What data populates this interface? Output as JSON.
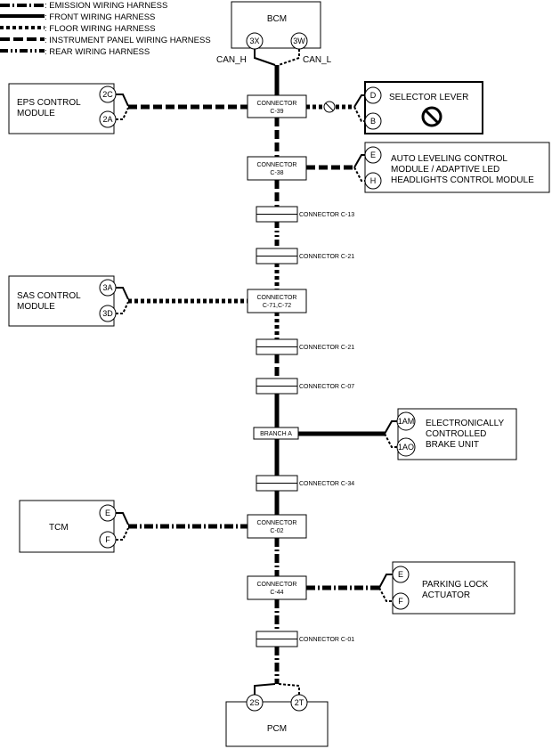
{
  "legend": [
    {
      "label": ": EMISSION WIRING HARNESS",
      "style": "emission"
    },
    {
      "label": ": FRONT WIRING HARNESS",
      "style": "front"
    },
    {
      "label": ": FLOOR WIRING HARNESS",
      "style": "floor"
    },
    {
      "label": ": INSTRUMENT PANEL WIRING HARNESS",
      "style": "instrument"
    },
    {
      "label": ": REAR WIRING HARNESS",
      "style": "rear"
    }
  ],
  "modules": {
    "bcm": "BCM",
    "pcm": "PCM",
    "eps": [
      "EPS CONTROL",
      "MODULE"
    ],
    "selector": "SELECTOR LEVER",
    "auto_leveling": [
      "AUTO LEVELING CONTROL",
      "MODULE / ADAPTIVE LED",
      "HEADLIGHTS CONTROL MODULE"
    ],
    "sas": [
      "SAS CONTROL",
      "MODULE"
    ],
    "brake": [
      "ELECTRONICALLY",
      "CONTROLLED",
      "BRAKE UNIT"
    ],
    "tcm": "TCM",
    "parking": [
      "PARKING LOCK",
      "ACTUATOR"
    ]
  },
  "pins": {
    "bcm_h": "3X",
    "bcm_l": "3W",
    "pcm_h": "2S",
    "pcm_l": "2T",
    "eps_h": "2C",
    "eps_l": "2A",
    "sel_h": "D",
    "sel_l": "B",
    "al_h": "E",
    "al_l": "H",
    "sas_h": "3A",
    "sas_l": "3D",
    "brake_h": "1AM",
    "brake_l": "1AO",
    "tcm_h": "E",
    "tcm_l": "F",
    "park_h": "E",
    "park_l": "F"
  },
  "signals": {
    "can_h": "CAN_H",
    "can_l": "CAN_L"
  },
  "connectors": {
    "c39": [
      "CONNECTOR",
      "C-39"
    ],
    "c38": [
      "CONNECTOR",
      "C-38"
    ],
    "c71": [
      "CONNECTOR",
      "C-71,C-72"
    ],
    "c02": [
      "CONNECTOR",
      "C-02"
    ],
    "c44": [
      "CONNECTOR",
      "C-44"
    ],
    "branch_a": "BRANCH A",
    "c13": "CONNECTOR C-13",
    "c21a": "CONNECTOR C-21",
    "c21b": "CONNECTOR C-21",
    "c07": "CONNECTOR C-07",
    "c34": "CONNECTOR C-34",
    "c01": "CONNECTOR C-01"
  }
}
